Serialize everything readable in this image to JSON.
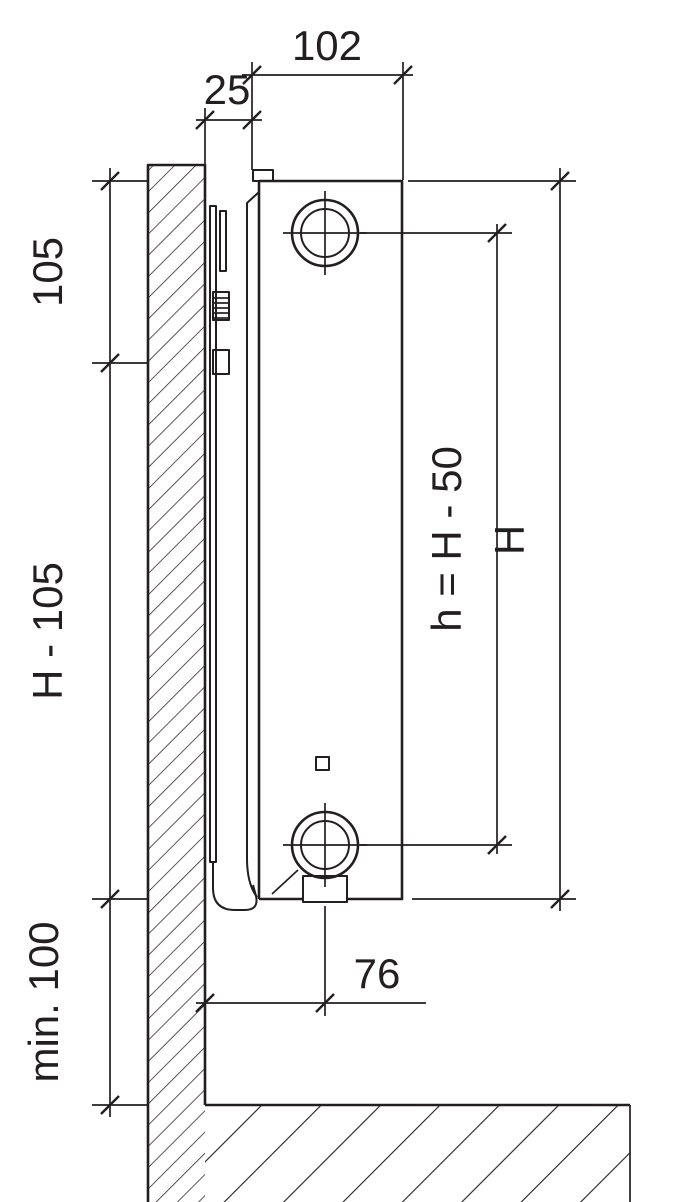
{
  "drawing": {
    "background_color": "#ffffff",
    "line_color": "#231f20",
    "labels": {
      "panel_depth": "102",
      "wall_gap": "25",
      "top_bracket_offset": "105",
      "bracket_span": "H - 105",
      "floor_clearance": "min. 100",
      "connection_offset": "76",
      "connection_pitch": "h = H - 50",
      "radiator_height": "H"
    }
  }
}
